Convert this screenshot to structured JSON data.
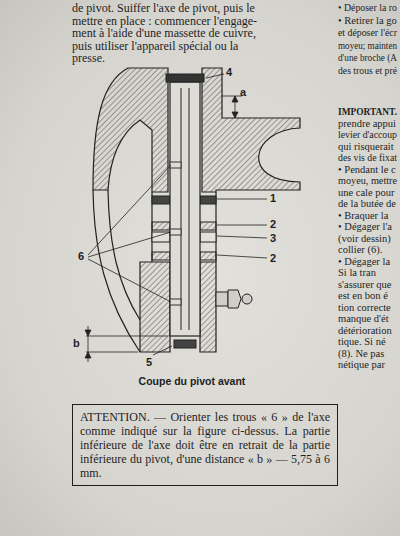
{
  "diagram": {
    "caption": "Coupe du pivot avant",
    "nodes": [
      {
        "text": [
          "ATTENTION. — Orienter les trous « 6 » de l'axe comme indiqué sur la figure ci-dessus. La partie inférieure de l'axe doit être en retrait de la partie inférieure du pivot, d'une distance « b » — 5,75 à 6 mm."
        ]
      }
    ],
    "labels": [
      "de pivot. Suiffer l'axe de pivot, puis le",
      "mettre en place : commencer l'engage-",
      "ment à l'aide d'une massette de cuivre,",
      "puis utiliser l'appareil spécial ou la",
      "presse.",
      "• Déposer la ro",
      "• Retirer la go",
      "et déposer l'écr",
      "moyeu; mainten",
      "d'une broche (A",
      "des trous et pré",
      "IMPORTANT.",
      "prendre appui",
      "levier d'accoup",
      "qui risquerait",
      "des vis de fixat",
      "• Pendant le c",
      "moyeu, mettre",
      "une cale pour",
      "de la butée de",
      "• Braquer la",
      "• Dégager l'a",
      "(voir dessin)",
      "collier (6).",
      "• Dégager la",
      "Si la tran",
      "s'assurer que",
      "est en bon é",
      "tion correcte",
      "manque d'ét",
      "détérioration",
      "tique. Si né",
      "(8). Ne pas",
      "nétique par",
      "4",
      "a",
      "1",
      "2",
      "3",
      "2",
      "6",
      "b",
      "5"
    ]
  }
}
